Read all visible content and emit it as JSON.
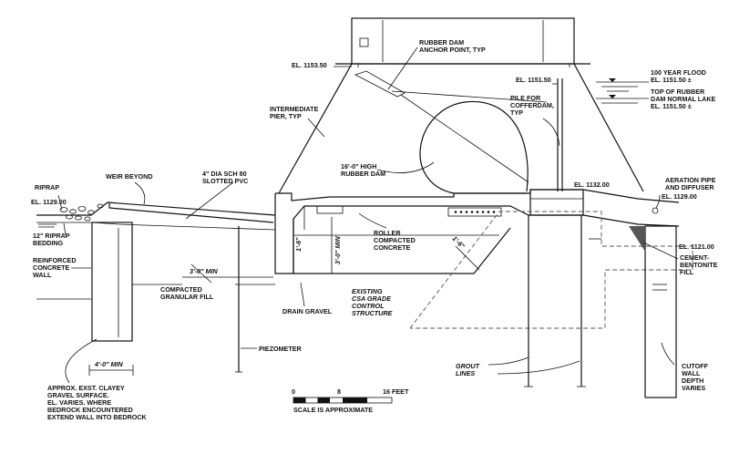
{
  "labels": {
    "rubber_dam_anchor": [
      "RUBBER DAM",
      "ANCHOR POINT, TYP"
    ],
    "el_1153": "EL. 1153.50",
    "el_1151": "EL. 1151.50",
    "flood": [
      "100 YEAR FLOOD",
      "EL. 1151.50 ±"
    ],
    "top_rubber_dam": [
      "TOP OF RUBBER",
      "DAM NORMAL LAKE",
      "EL. 1151.50 ±"
    ],
    "intermediate_pier": [
      "INTERMEDIATE",
      "PIER, TYP"
    ],
    "pile_cofferdam": [
      "PILE FOR",
      "COFFERDAM,",
      "TYP"
    ],
    "riprap": "RIPRAP",
    "weir_beyond": "WEIR BEYOND",
    "pvc": [
      "4\" DIA SCH 80",
      "SLOTTED PVC"
    ],
    "rubber_dam_high": [
      "16'-0\" HIGH",
      "RUBBER DAM"
    ],
    "el_1132": "EL. 1132.00",
    "aeration": [
      "AERATION PIPE",
      "AND DIFFUSER"
    ],
    "el_1129_left": "EL. 1129.00",
    "el_1129_right": "EL. 1129.00",
    "riprap_bedding": [
      "12\" RIPRAP",
      "BEDDING"
    ],
    "roller_concrete": [
      "ROLLER",
      "COMPACTED",
      "CONCRETE"
    ],
    "el_1121": "EL. 1121.00",
    "reinforced_wall": [
      "REINFORCED",
      "CONCRETE",
      "WALL"
    ],
    "cement_bentonite": [
      "CEMENT-",
      "BENTONITE",
      "FILL"
    ],
    "compacted_fill": [
      "COMPACTED",
      "GRANULAR FILL"
    ],
    "dim_1_6_a": "1'-6\"",
    "dim_3_0": "3'-0\" MIN",
    "dim_3_0_min": "3'-0\" MIN",
    "dim_1_6_b": "1'-6\"",
    "existing_csa": [
      "EXISTING",
      "CSA GRADE",
      "CONTROL",
      "STRUCTURE"
    ],
    "drain_gravel": "DRAIN GRAVEL",
    "piezometer": "PIEZOMETER",
    "dim_4_0": "4'-0\" MIN",
    "approx_surface": [
      "APPROX. EXST. CLAYEY",
      "GRAVEL SURFACE.",
      "EL. VARIES. WHERE",
      "BEDROCK ENCOUNTERED",
      "EXTEND WALL INTO BEDROCK"
    ],
    "grout_lines": [
      "GROUT",
      "LINES"
    ],
    "cutoff_wall": [
      "CUTOFF",
      "WALL",
      "DEPTH",
      "VARIES"
    ]
  },
  "scale": {
    "ticks": [
      "0",
      "8",
      "16 FEET"
    ],
    "caption": "SCALE IS APPROXIMATE"
  }
}
